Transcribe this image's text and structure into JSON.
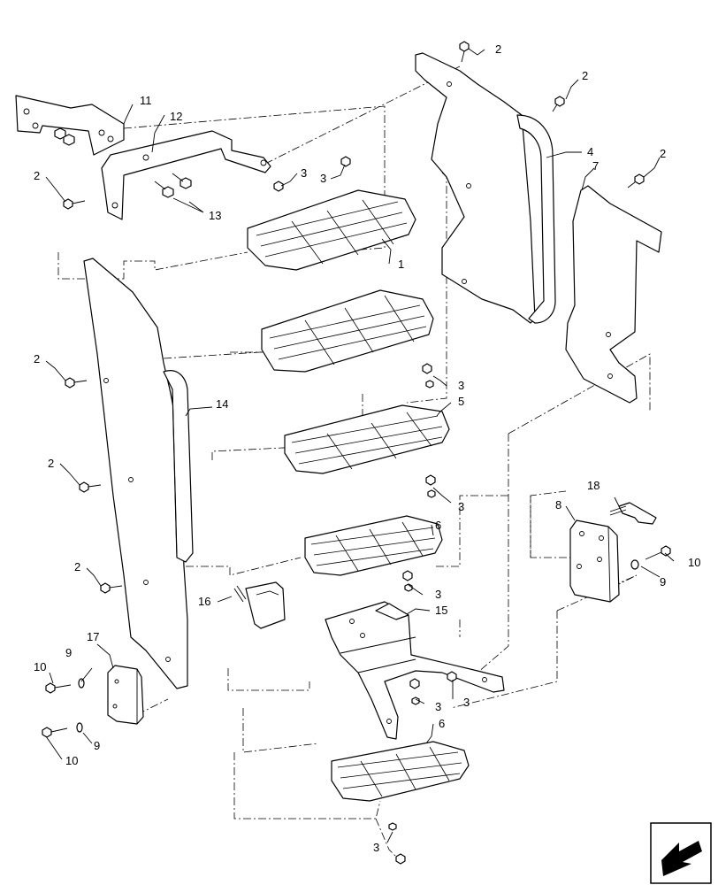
{
  "diagram": {
    "type": "exploded-parts-diagram",
    "callouts": {
      "c2a": "2",
      "c2b": "2",
      "c2c": "2",
      "c2d": "2",
      "c2e": "2",
      "c2f": "2",
      "c2g": "2",
      "c3a": "3",
      "c3b": "3",
      "c3c": "3",
      "c3d": "3",
      "c3e": "3",
      "c3f": "3",
      "c3g": "3",
      "c3h": "3",
      "c1": "1",
      "c4": "4",
      "c5": "5",
      "c6a": "6",
      "c6b": "6",
      "c7": "7",
      "c8": "8",
      "c9a": "9",
      "c9b": "9",
      "c9c": "9",
      "c10a": "10",
      "c10b": "10",
      "c10c": "10",
      "c11": "11",
      "c12": "12",
      "c13": "13",
      "c14": "14",
      "c15": "15",
      "c16": "16",
      "c17": "17",
      "c18": "18"
    },
    "icons": {
      "corner": "exploded-view-arrow-icon"
    },
    "colors": {
      "ink": "#000000",
      "paper": "#ffffff"
    }
  }
}
